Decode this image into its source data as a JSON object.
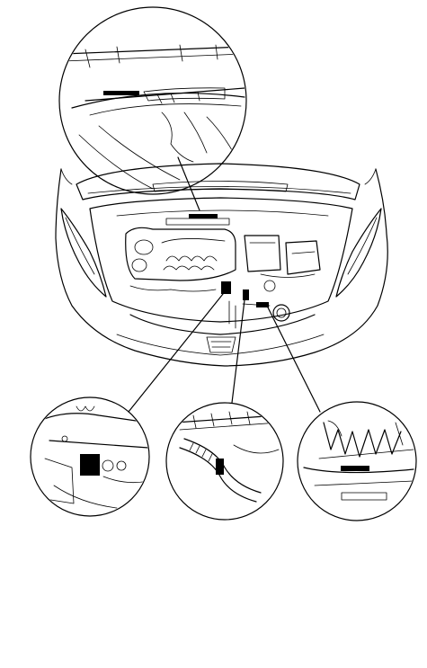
{
  "figure": {
    "background": "#ffffff",
    "line_color": "#000000",
    "label_color": "#000000",
    "callouts": [
      {
        "id": "top",
        "subject": "cowl-area-label"
      },
      {
        "id": "bottom-left",
        "subject": "engine-block-label"
      },
      {
        "id": "bottom-center",
        "subject": "hose-label"
      },
      {
        "id": "bottom-right",
        "subject": "radiator-support-label"
      }
    ]
  }
}
